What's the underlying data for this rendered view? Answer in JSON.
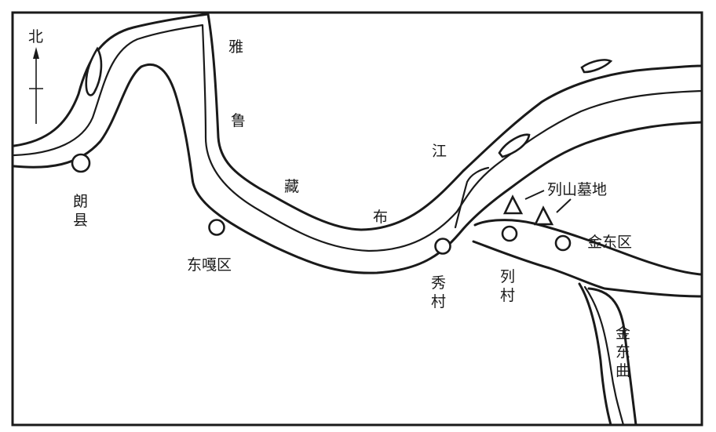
{
  "compass": {
    "north_label": "北"
  },
  "rivers": {
    "main": {
      "chars": [
        "雅",
        "鲁",
        "藏",
        "布",
        "江"
      ]
    },
    "tributary": {
      "chars": [
        "金",
        "东",
        "曲"
      ]
    }
  },
  "sites": {
    "cemetery": {
      "label": "列山墓地",
      "symbol": "triangle"
    }
  },
  "places": [
    {
      "id": "langxian",
      "chars": [
        "朗",
        "县"
      ],
      "symbol": "circle"
    },
    {
      "id": "dongga",
      "label": "东嘎区",
      "symbol": "circle"
    },
    {
      "id": "xiucun",
      "chars": [
        "秀",
        "村"
      ],
      "symbol": "circle"
    },
    {
      "id": "liecun",
      "chars": [
        "列",
        "村"
      ],
      "symbol": "circle"
    },
    {
      "id": "jindong",
      "label": "金东区",
      "symbol": "circle"
    }
  ],
  "colors": {
    "ink": "#1a1a1a",
    "background": "#ffffff"
  }
}
